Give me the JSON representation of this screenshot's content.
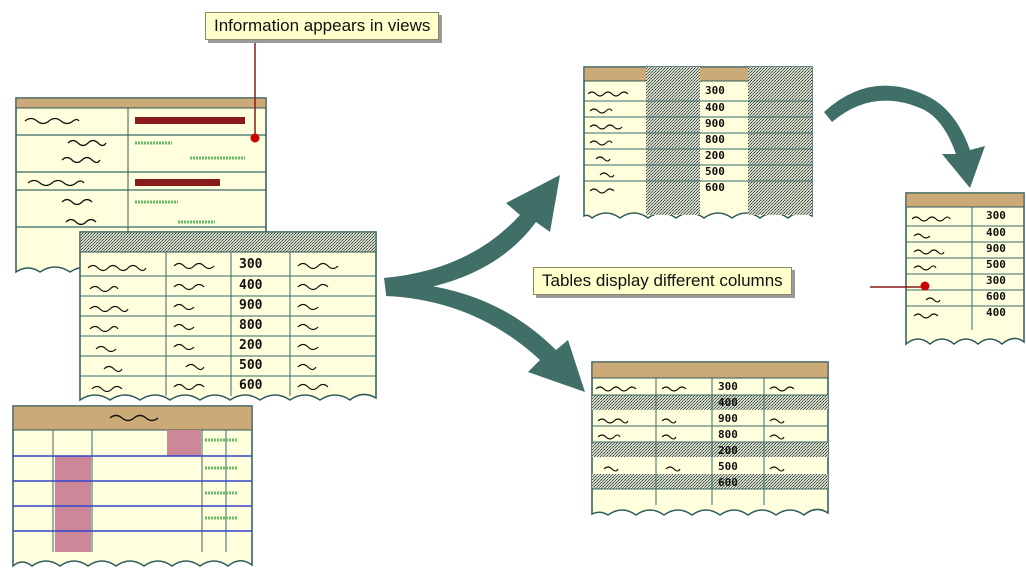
{
  "callouts": {
    "views": "Information appears in views",
    "columns": "Tables display different columns"
  },
  "tables": {
    "center": {
      "numbers": [
        "300",
        "400",
        "900",
        "800",
        "200",
        "500",
        "600"
      ]
    },
    "top_right": {
      "numbers": [
        "300",
        "400",
        "900",
        "800",
        "200",
        "500",
        "600"
      ]
    },
    "bottom_right": {
      "numbers": [
        "300",
        "400",
        "900",
        "800",
        "200",
        "500",
        "600"
      ]
    },
    "far_right": {
      "numbers": [
        "300",
        "400",
        "900",
        "500",
        "300",
        "600",
        "400"
      ]
    }
  },
  "colors": {
    "paper": "#ffffdd",
    "header": "#ccaa77",
    "rule": "#3a6a6a",
    "arrow": "#3f6f66",
    "gantt_bar": "#8b1a1a",
    "green_line": "#66bb66",
    "grid_blue": "#3344cc",
    "pink_cell": "#cc8899",
    "dark_column": "#556b66"
  }
}
